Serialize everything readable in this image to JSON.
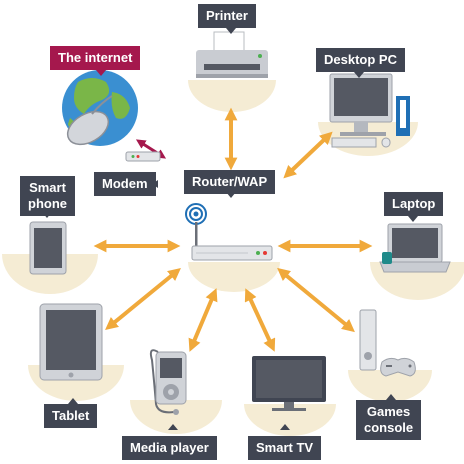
{
  "colors": {
    "label_bg": "#404552",
    "internet_label_bg": "#a5184d",
    "arrow": "#f0a93b",
    "modem_arrow": "#a5184d",
    "shelf": "#f5ecd4"
  },
  "labels": {
    "printer": "Printer",
    "internet": "The internet",
    "desktop": "Desktop PC",
    "router": "Router/WAP",
    "modem": "Modem",
    "smartphone_line1": "Smart",
    "smartphone_line2": "phone",
    "laptop": "Laptop",
    "tablet": "Tablet",
    "media_player": "Media player",
    "smart_tv": "Smart TV",
    "games_line1": "Games",
    "games_line2": "console"
  },
  "icons": {
    "printer": "printer-icon",
    "internet": "globe-mouse-icon",
    "desktop": "desktop-pc-icon",
    "modem": "modem-icon",
    "router": "router-icon",
    "smartphone": "smartphone-icon",
    "laptop": "laptop-icon",
    "tablet": "tablet-icon",
    "media_player": "media-player-icon",
    "smart_tv": "smart-tv-icon",
    "games_console": "games-console-icon"
  }
}
